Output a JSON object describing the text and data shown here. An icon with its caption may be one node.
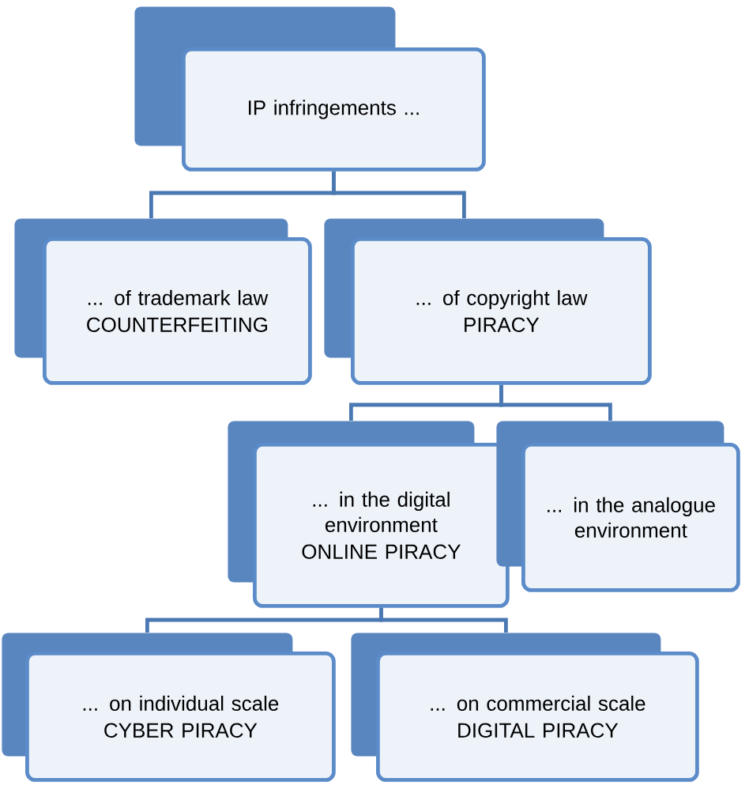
{
  "diagram": {
    "nodes": [
      {
        "text": [
          "IP infringements ..."
        ]
      },
      {
        "text": [
          "... of trademark law",
          "COUNTERFEITING"
        ]
      },
      {
        "text": [
          "... of copyright law",
          "PIRACY"
        ]
      },
      {
        "text": [
          "... in the digital environment",
          "ONLINE PIRACY"
        ]
      },
      {
        "text": [
          "... in the analogue environment"
        ]
      },
      {
        "text": [
          "... on individual scale",
          "CYBER PIRACY"
        ]
      },
      {
        "text": [
          "... on commercial scale",
          "DIGITAL PIRACY"
        ]
      }
    ],
    "edges": [
      {
        "from": 0,
        "to": 1,
        "arrow": "none"
      },
      {
        "from": 0,
        "to": 2,
        "arrow": "none"
      },
      {
        "from": 2,
        "to": 3,
        "arrow": "none"
      },
      {
        "from": 2,
        "to": 4,
        "arrow": "none"
      },
      {
        "from": 3,
        "to": 5,
        "arrow": "none"
      },
      {
        "from": 3,
        "to": 6,
        "arrow": "none"
      }
    ]
  }
}
